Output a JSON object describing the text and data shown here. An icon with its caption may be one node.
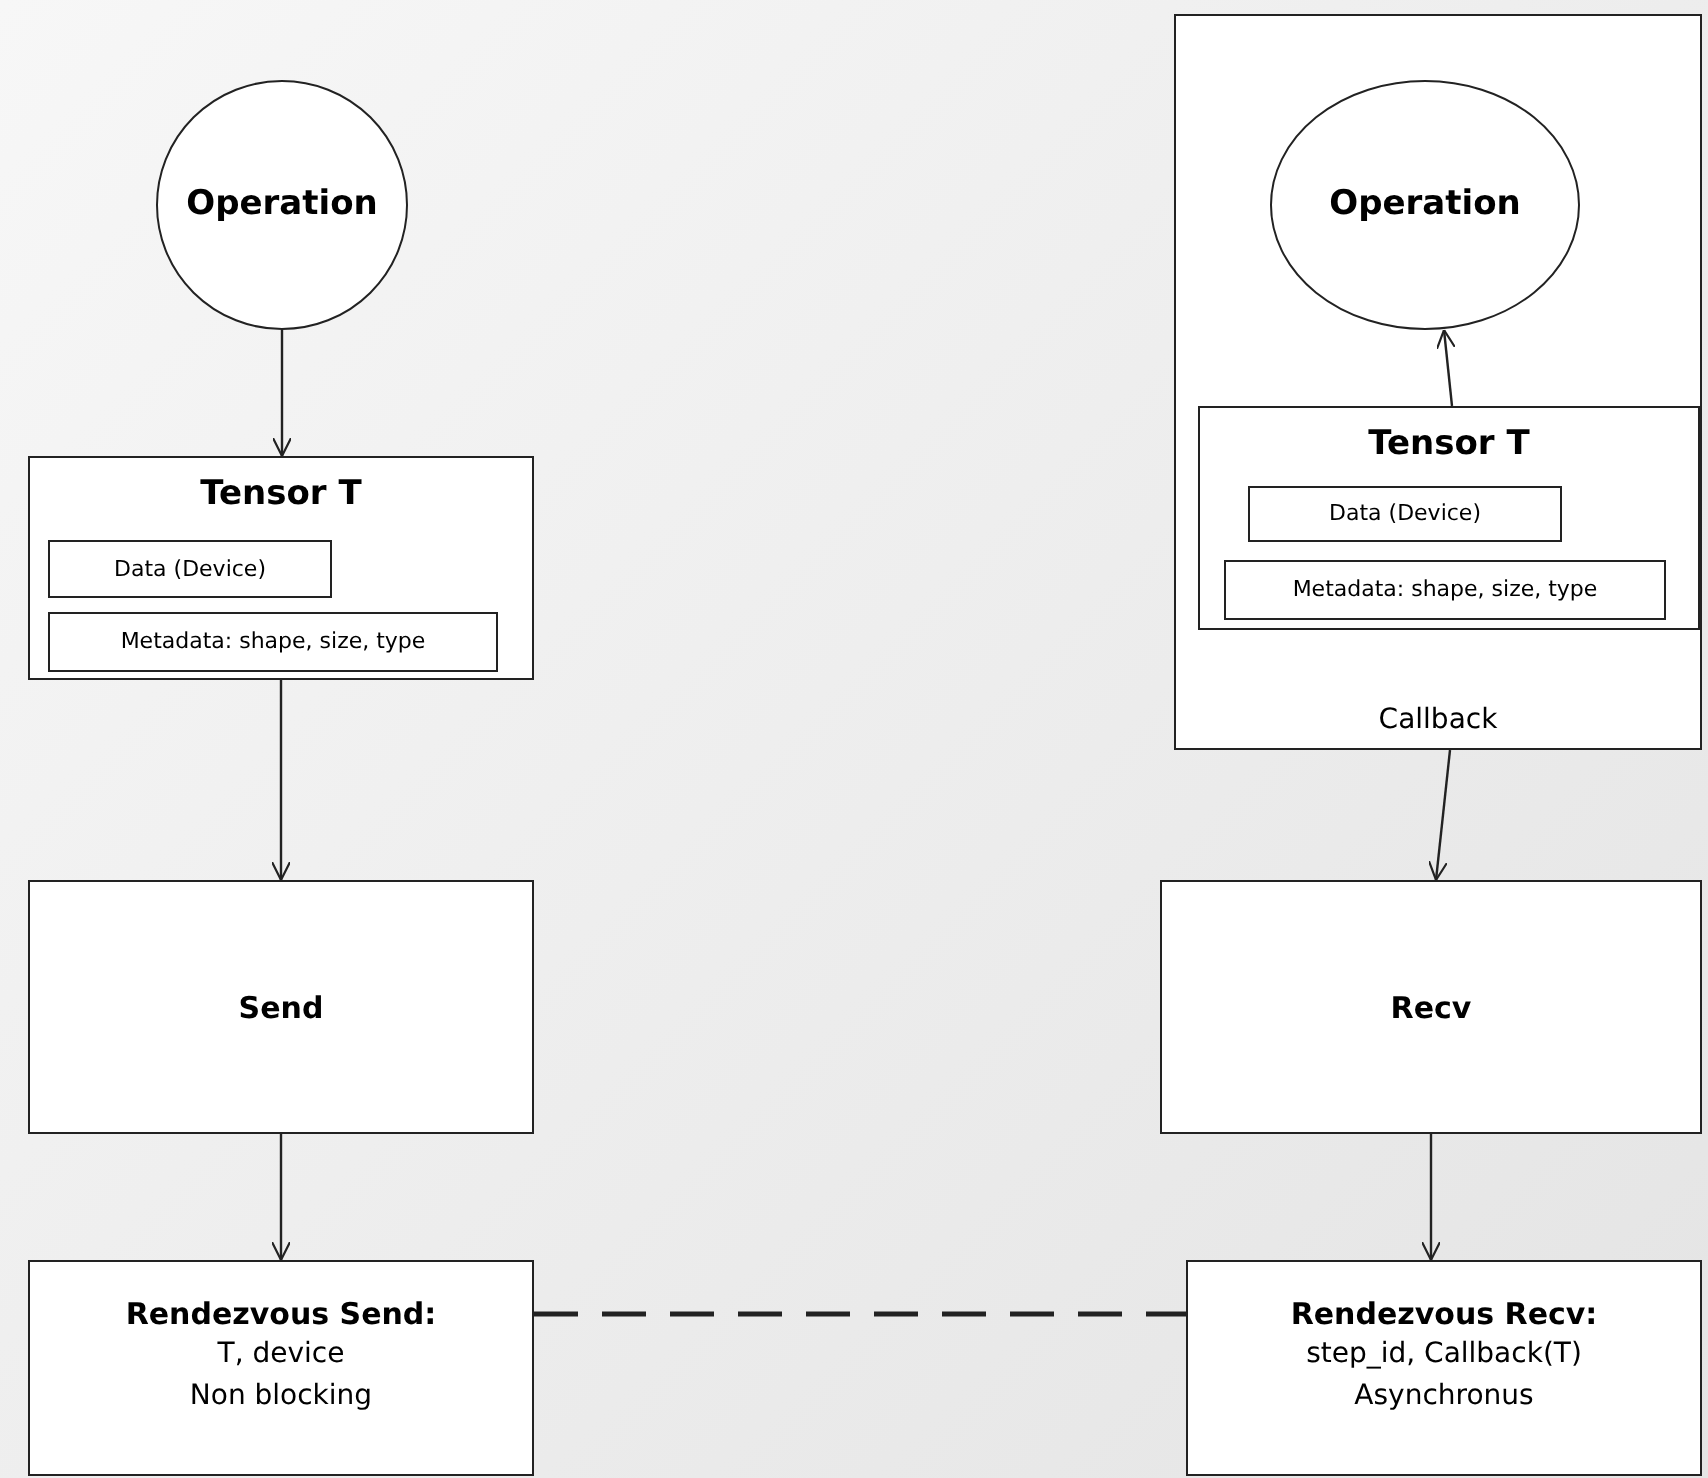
{
  "diagram": {
    "nodes": [
      {
        "text": [
          "Operation"
        ]
      },
      {
        "text": [
          "Tensor T"
        ]
      },
      {
        "text": [
          "Data (Device)"
        ],
        "in": 1
      },
      {
        "text": [
          "Metadata: shape, size, type"
        ],
        "in": 1
      },
      {
        "text": [
          "Send"
        ]
      },
      {
        "text": [
          "Rendezvous Send:",
          "T, device",
          "Non blocking"
        ]
      },
      {
        "text": [
          "Callback"
        ]
      },
      {
        "text": [
          "Operation"
        ],
        "in": 6
      },
      {
        "text": [
          "Tensor T"
        ],
        "in": 6
      },
      {
        "text": [
          "Data (Device)"
        ],
        "in": 8
      },
      {
        "text": [
          "Metadata: shape, size, type"
        ],
        "in": 8
      },
      {
        "text": [
          "Recv"
        ]
      },
      {
        "text": [
          "Rendezvous Recv:",
          "step_id, Callback(T)",
          "Asynchronus"
        ]
      }
    ],
    "edges": [
      {
        "from": 0,
        "to": 1,
        "arrow": "to"
      },
      {
        "from": 1,
        "to": 4,
        "arrow": "to"
      },
      {
        "from": 4,
        "to": 5,
        "arrow": "to"
      },
      {
        "from": 5,
        "to": 12,
        "arrow": "none",
        "style": "dashed"
      },
      {
        "from": 8,
        "to": 7,
        "arrow": "to"
      },
      {
        "from": 6,
        "to": 11,
        "arrow": "to"
      },
      {
        "from": 11,
        "to": 12,
        "arrow": "to"
      }
    ]
  }
}
